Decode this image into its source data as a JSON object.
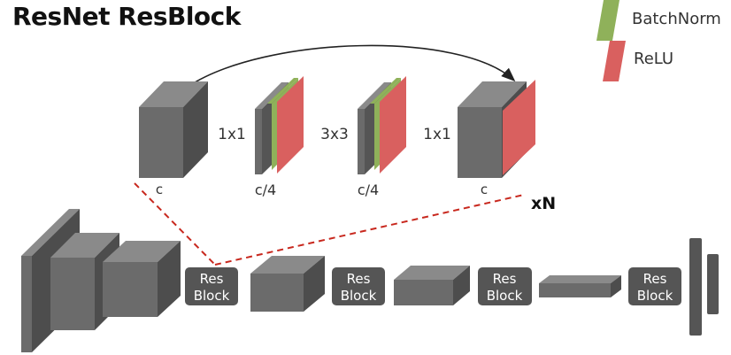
{
  "title": "ResNet ResBlock",
  "legend": {
    "batchnorm": "BatchNorm",
    "relu": "ReLU"
  },
  "block": {
    "op1": "1x1",
    "op2": "3x3",
    "op3": "1x1",
    "ch1": "c",
    "ch2": "c/4",
    "ch3": "c/4",
    "ch4": "c",
    "repeat": "xN"
  },
  "pipeline": {
    "res_line1": "Res",
    "res_line2": "Block"
  },
  "colors": {
    "cube_front": "#6b6b6b",
    "cube_top": "#8a8a8a",
    "cube_side": "#4d4d4d",
    "batchnorm": "#8fb15a",
    "relu": "#d9605f",
    "res_box": "#555555",
    "dashed": "#c8281e"
  }
}
